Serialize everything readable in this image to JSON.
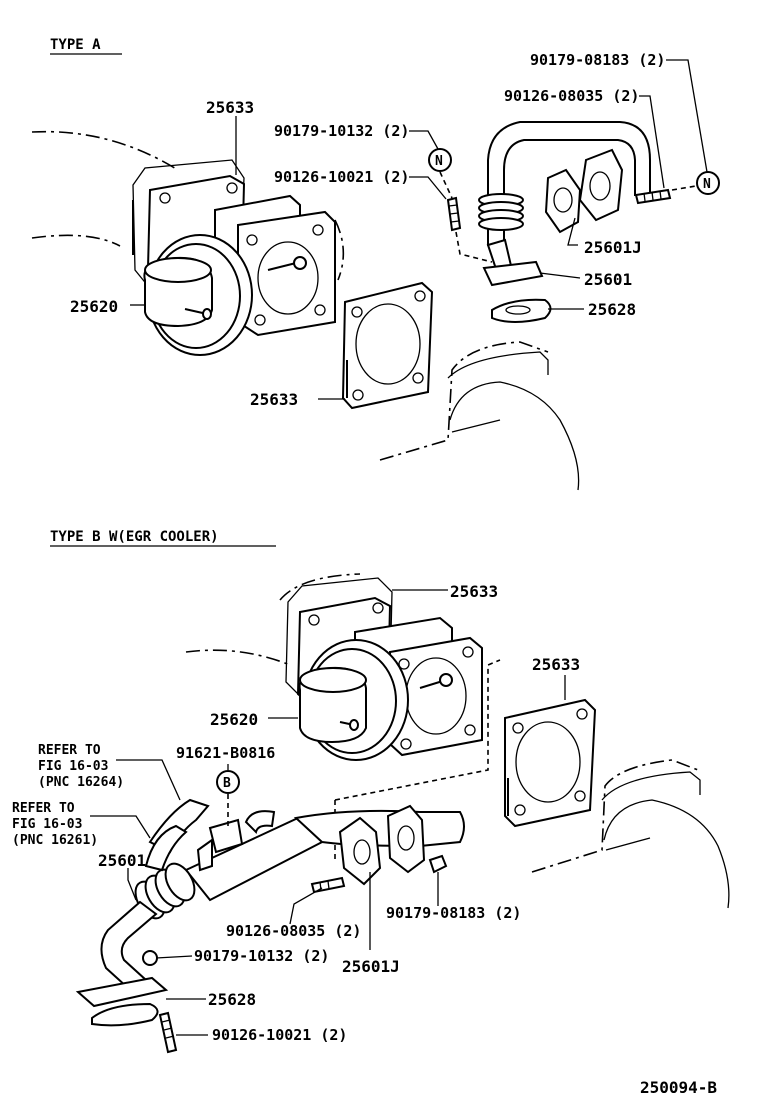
{
  "sections": {
    "type_a": {
      "title": "TYPE  A"
    },
    "type_b": {
      "title": "TYPE  B   W(EGR  COOLER)"
    }
  },
  "labels_a": {
    "p25633_top": "25633",
    "p90179_10132": "90179-10132 (2)",
    "p90126_10021": "90126-10021 (2)",
    "p90179_08183": "90179-08183 (2)",
    "p90126_08035": "90126-08035 (2)",
    "p25620": "25620",
    "p25601J": "25601J",
    "p25601": "25601",
    "p25628": "25628",
    "p25633_bottom": "25633",
    "n_marker": "N"
  },
  "labels_b": {
    "p25633_top": "25633",
    "p25633_right": "25633",
    "p25620": "25620",
    "p91621": "91621-B0816",
    "b_marker": "B",
    "refer1_line1": "REFER TO",
    "refer1_line2": "FIG 16-03",
    "refer1_line3": "(PNC 16264)",
    "refer2_line1": "REFER TO",
    "refer2_line2": "FIG 16-03",
    "refer2_line3": "(PNC 16261)",
    "p25601": "25601",
    "p90126_08035": "90126-08035 (2)",
    "p90179_08183": "90179-08183 (2)",
    "p90179_10132": "90179-10132 (2)",
    "p25601J": "25601J",
    "p25628": "25628",
    "p90126_10021": "90126-10021 (2)"
  },
  "footer": {
    "figure_code": "250094-B"
  }
}
